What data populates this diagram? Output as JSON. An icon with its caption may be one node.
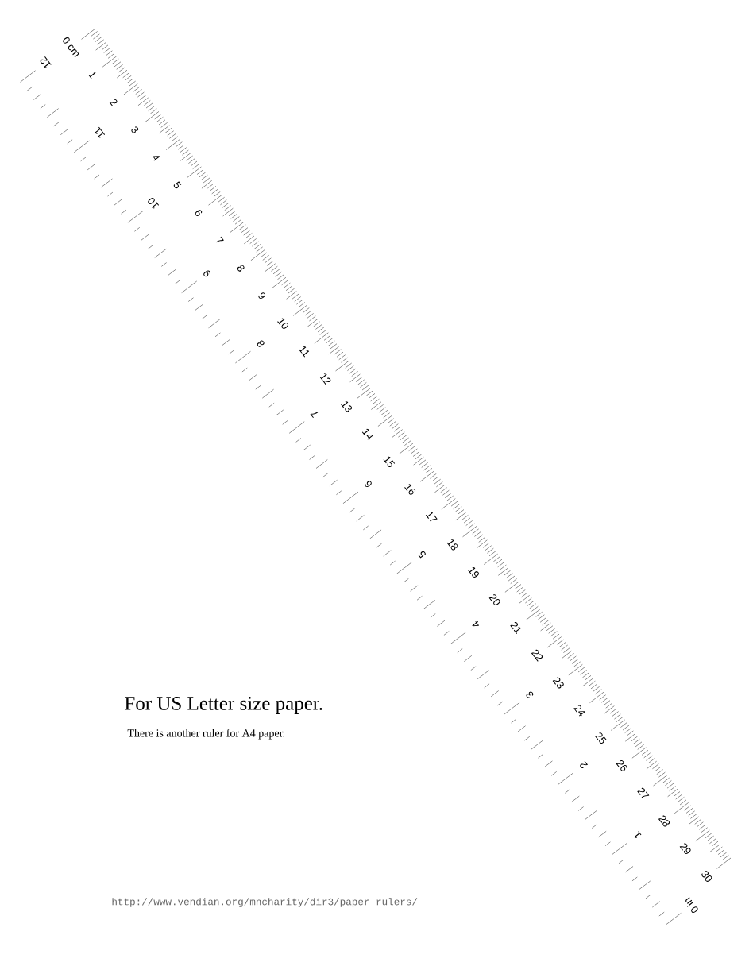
{
  "diagram": {
    "title": "For US Letter size paper.",
    "labels": [
      "0 cm",
      "1",
      "2",
      "3",
      "4",
      "5",
      "6",
      "7",
      "8",
      "9",
      "10",
      "11",
      "12",
      "13",
      "14",
      "15",
      "16",
      "17",
      "18",
      "19",
      "20",
      "21",
      "22",
      "23",
      "24",
      "25",
      "26",
      "27",
      "28",
      "29",
      "30",
      "12",
      "11",
      "10",
      "9",
      "8",
      "7",
      "6",
      "5",
      "4",
      "3",
      "2",
      "1",
      "0 in",
      "There is another ruler for A4 paper.",
      "http://www.vendian.org/mncharity/dir3/paper_rulers/"
    ]
  }
}
